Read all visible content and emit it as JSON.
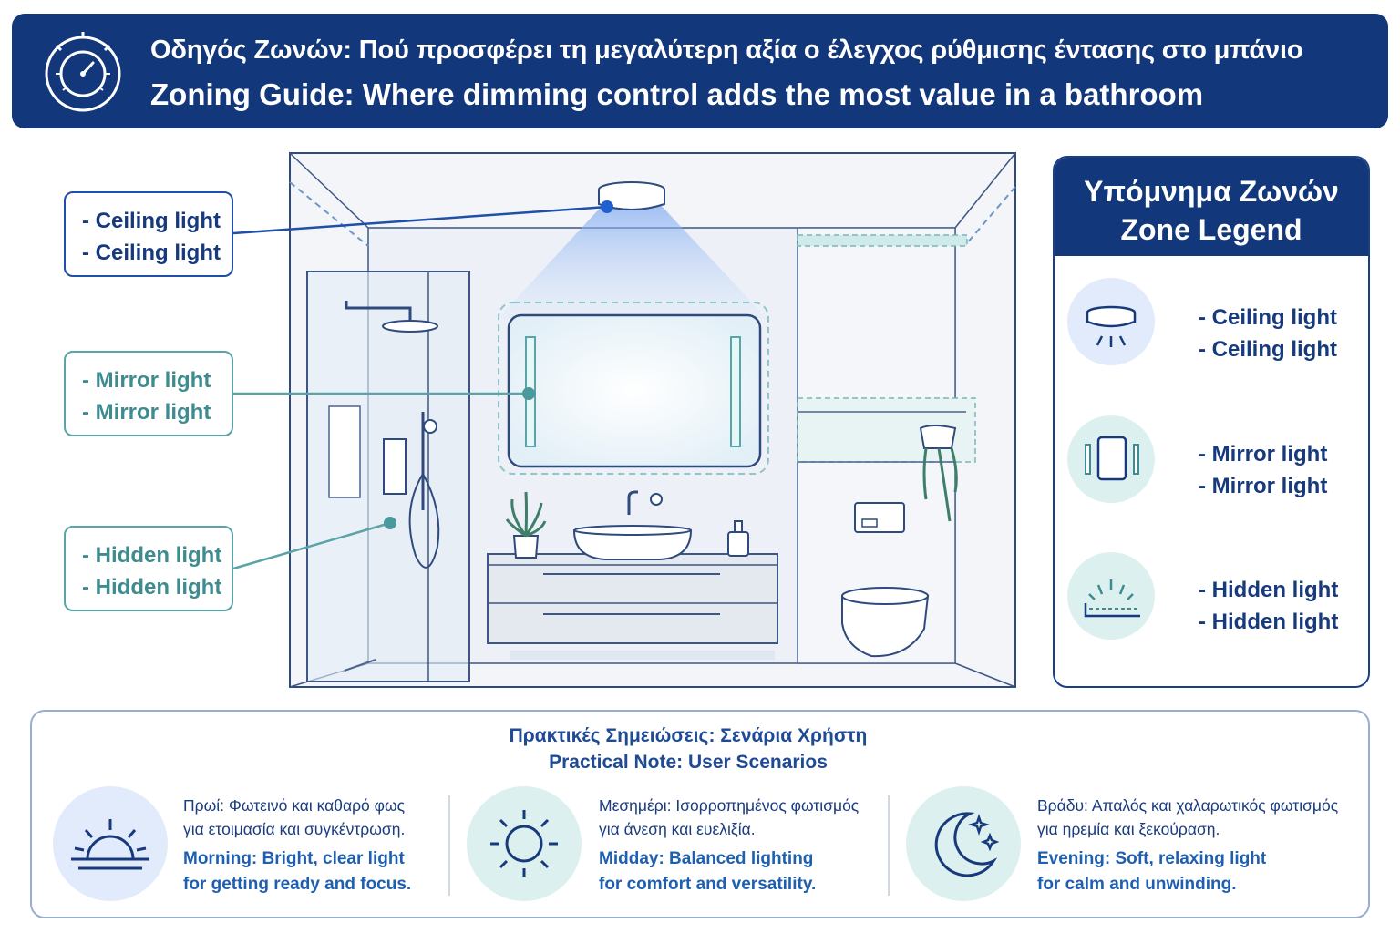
{
  "header": {
    "title_greek": "Οδηγός Ζωνών: Πού προσφέρει τη μεγαλύτερη αξία ο έλεγχος ρύθμισης έντασης στο μπάνιο",
    "title_english": "Zoning Guide: Where dimming control adds the most value in a bathroom",
    "icon": "dimmer-dial-icon"
  },
  "callouts": {
    "ceiling": {
      "line1": "- Ceiling light",
      "line2": "- Ceiling light",
      "color": "#1f4fa8"
    },
    "mirror": {
      "line1": "- Mirror light",
      "line2": "- Mirror light",
      "color": "#5aa3a6"
    },
    "hidden": {
      "line1": "- Hidden light",
      "line2": "- Hidden light",
      "color": "#5aa3a6"
    }
  },
  "legend": {
    "title_greek": "Υπόμνημα Ζωνών",
    "title_english": "Zone Legend",
    "items": [
      {
        "icon": "ceiling-light-icon",
        "line1": "- Ceiling light",
        "line2": "- Ceiling light",
        "color": "#e2ebfb"
      },
      {
        "icon": "mirror-light-icon",
        "line1": "- Mirror light",
        "line2": "- Mirror light",
        "color": "#ddf0f0"
      },
      {
        "icon": "hidden-light-icon",
        "line1": "- Hidden light",
        "line2": "- Hidden light",
        "color": "#ddf0f0"
      }
    ]
  },
  "notes": {
    "title_greek": "Πρακτικές Σημειώσεις: Σενάρια Χρήστη",
    "title_english": "Practical Note: User Scenarios",
    "scenarios": [
      {
        "icon": "sunrise-icon",
        "greek1": "Πρωί: Φωτεινό και καθαρό φως",
        "greek2": "για ετοιμασία και συγκέντρωση.",
        "english1": "Morning: Bright, clear light",
        "english2": "for getting ready and focus."
      },
      {
        "icon": "sun-icon",
        "greek1": "Μεσημέρι: Ισορροπημένος φωτισμός",
        "greek2": "για άνεση και ευελιξία.",
        "english1": "Midday: Balanced lighting",
        "english2": "for comfort and versatility."
      },
      {
        "icon": "moon-stars-icon",
        "greek1": "Βράδυ: Απαλός και χαλαρωτικός φωτισμός",
        "greek2": "για ηρεμία και ξεκούραση.",
        "english1": "Evening: Soft, relaxing light",
        "english2": "for calm and unwinding."
      }
    ]
  },
  "colors": {
    "navy": "#12377a",
    "teal": "#5aa3a6",
    "blue": "#1f4fa8"
  }
}
